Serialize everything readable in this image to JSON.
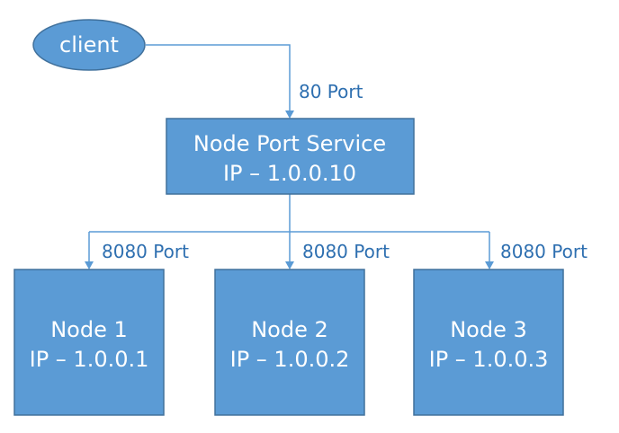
{
  "client": {
    "label": "client"
  },
  "client_link": {
    "label": "80 Port"
  },
  "service": {
    "title": "Node Port Service",
    "ip": "IP – 1.0.0.10"
  },
  "nodes": [
    {
      "title": "Node 1",
      "ip": "IP – 1.0.0.1",
      "port_label": "8080 Port"
    },
    {
      "title": "Node 2",
      "ip": "IP – 1.0.0.2",
      "port_label": "8080 Port"
    },
    {
      "title": "Node 3",
      "ip": "IP – 1.0.0.3",
      "port_label": "8080 Port"
    }
  ],
  "colors": {
    "shape_fill": "#5b9bd5",
    "shape_border": "#41719c",
    "label_text": "#2e6fb0"
  }
}
